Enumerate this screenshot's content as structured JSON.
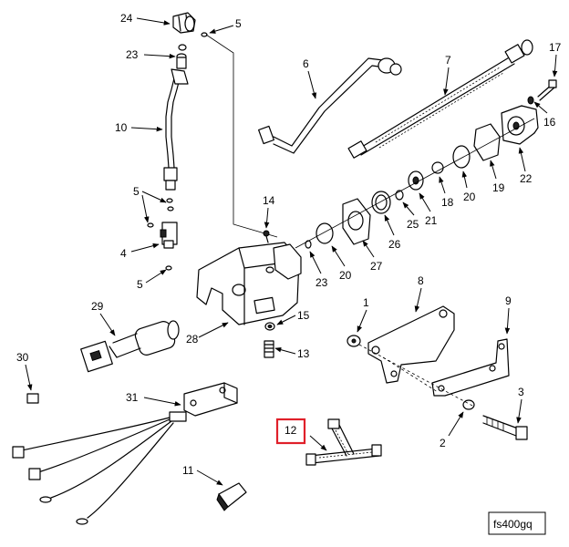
{
  "figure_id": "fs400gq",
  "highlighted": "12",
  "highlight_color": "#e0202a",
  "callouts": [
    "24",
    "5",
    "23",
    "10",
    "5",
    "4",
    "5",
    "6",
    "7",
    "17",
    "16",
    "22",
    "19",
    "20",
    "18",
    "21",
    "25",
    "26",
    "27",
    "20",
    "23",
    "14",
    "8",
    "9",
    "1",
    "29",
    "28",
    "15",
    "13",
    "30",
    "31",
    "3",
    "2",
    "12",
    "11"
  ]
}
